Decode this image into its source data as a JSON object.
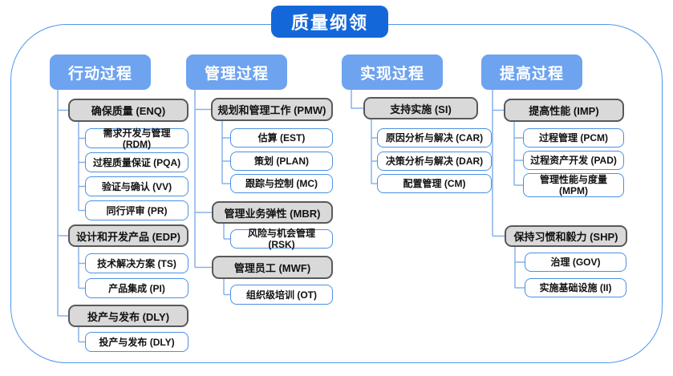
{
  "title": "质量纲领",
  "palette": {
    "root_bg": "#1467d8",
    "root_text": "#ffffff",
    "header_bg": "#6da3ef",
    "header_text": "#ffffff",
    "group_bg": "#d9d9d9",
    "group_border": "#595959",
    "leaf_bg": "#ffffff",
    "leaf_border": "#4a90e2",
    "connector": "#85b2ea",
    "outer_border": "#4f97ef"
  },
  "columns": [
    {
      "label": "行动过程",
      "groups": [
        {
          "label": "确保质量 (ENQ)",
          "children": [
            "需求开发与管理 (RDM)",
            "过程质量保证 (PQA)",
            "验证与确认 (VV)",
            "同行评审 (PR)"
          ]
        },
        {
          "label": "设计和开发产品 (EDP)",
          "children": [
            "技术解决方案 (TS)",
            "产品集成 (PI)"
          ]
        },
        {
          "label": "投产与发布 (DLY)",
          "children": [
            "投产与发布 (DLY)"
          ]
        }
      ]
    },
    {
      "label": "管理过程",
      "groups": [
        {
          "label": "规划和管理工作 (PMW)",
          "children": [
            "估算 (EST)",
            "策划 (PLAN)",
            "跟踪与控制 (MC)"
          ]
        },
        {
          "label": "管理业务弹性 (MBR)",
          "children": [
            "风险与机会管理 (RSK)"
          ]
        },
        {
          "label": "管理员工 (MWF)",
          "children": [
            "组织级培训 (OT)"
          ]
        }
      ]
    },
    {
      "label": "实现过程",
      "groups": [
        {
          "label": "支持实施 (SI)",
          "children": [
            "原因分析与解决 (CAR)",
            "决策分析与解决 (DAR)",
            "配置管理 (CM)"
          ]
        }
      ]
    },
    {
      "label": "提高过程",
      "groups": [
        {
          "label": "提高性能 (IMP)",
          "children": [
            "过程管理 (PCM)",
            "过程资产开发 (PAD)",
            "管理性能与度量 (MPM)"
          ]
        },
        {
          "label": "保持习惯和毅力 (SHP)",
          "children": [
            "治理 (GOV)",
            "实施基础设施 (II)"
          ]
        }
      ]
    }
  ]
}
